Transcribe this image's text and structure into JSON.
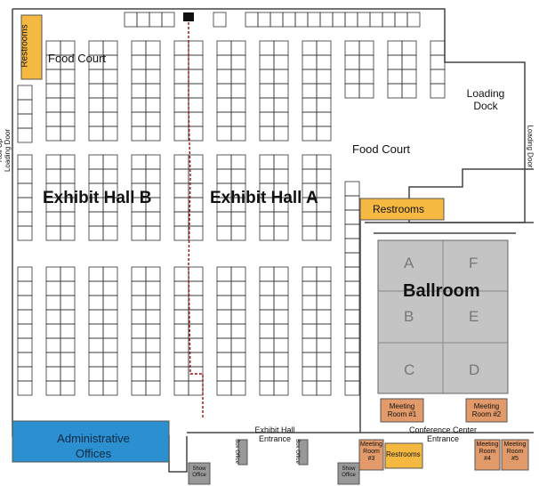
{
  "labels": {
    "food_court_left": "Food Court",
    "food_court_right": "Food Court",
    "loading_dock": "Loading\nDock",
    "roll_up_door": "Roll Up\nLoading Door",
    "loading_door_right": "Loading Door",
    "hall_b": "Exhibit Hall B",
    "hall_a": "Exhibit Hall A",
    "restrooms_left": "Restrooms",
    "restrooms_right": "Restrooms",
    "restrooms_bottom": "Restrooms",
    "ballroom": "Ballroom",
    "admin": "Administrative\nOffices",
    "exhibit_entrance": "Exhibit Hall\nEntrance",
    "conference_entrance": "Conference Center\nEntrance",
    "meeting_room_1": "Meeting\nRoom #1",
    "meeting_room_2": "Meeting\nRoom #2",
    "meeting_room_3": "Meeting\nRoom\n#3",
    "meeting_room_4": "Meeting\nRoom\n#4",
    "meeting_room_5": "Meeting\nRoom\n#5",
    "box_office_left": "Box Office",
    "box_office_right": "Box Office",
    "show_office_left": "Show\nOffice",
    "show_office_right": "Show\nOffice"
  },
  "sections": [
    "A",
    "F",
    "B",
    "E",
    "C",
    "D"
  ],
  "colors": {
    "restrooms": "#f5b942",
    "admin": "#2b8fd0",
    "ballroom": "#c4c4c4",
    "meeting": "#e39a6a",
    "booth_line": "#333333",
    "wall": "#444444",
    "red_line": "#a01010"
  }
}
